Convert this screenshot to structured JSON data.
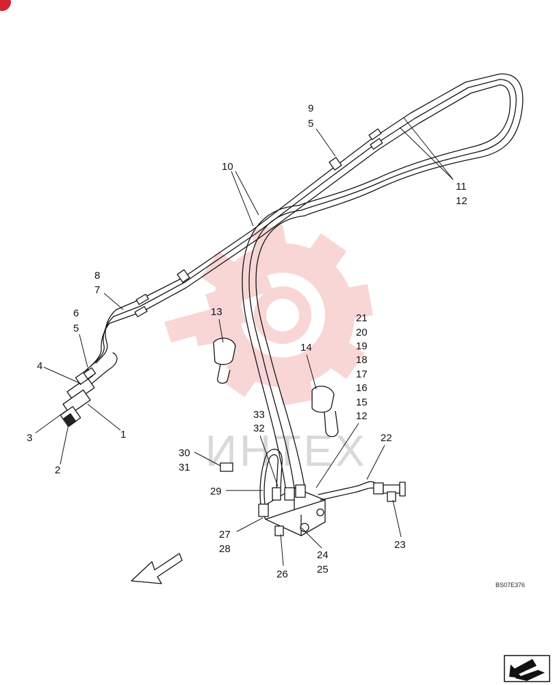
{
  "diagram_code": "BS07E376",
  "watermark": "ИНТЕХ",
  "callouts": [
    {
      "id": "c1",
      "text": "1"
    },
    {
      "id": "c2",
      "text": "2"
    },
    {
      "id": "c3",
      "text": "3"
    },
    {
      "id": "c4",
      "text": "4"
    },
    {
      "id": "c5a",
      "text": "6"
    },
    {
      "id": "c5b",
      "text": "5"
    },
    {
      "id": "c8",
      "text": "8"
    },
    {
      "id": "c7",
      "text": "7"
    },
    {
      "id": "c10",
      "text": "10"
    },
    {
      "id": "c9",
      "text": "9"
    },
    {
      "id": "c5c",
      "text": "5"
    },
    {
      "id": "c11",
      "text": "11"
    },
    {
      "id": "c12a",
      "text": "12"
    },
    {
      "id": "c13",
      "text": "13"
    },
    {
      "id": "c14",
      "text": "14"
    },
    {
      "id": "c21",
      "text": "21"
    },
    {
      "id": "c20",
      "text": "20"
    },
    {
      "id": "c19",
      "text": "19"
    },
    {
      "id": "c18",
      "text": "18"
    },
    {
      "id": "c17",
      "text": "17"
    },
    {
      "id": "c16",
      "text": "16"
    },
    {
      "id": "c15",
      "text": "15"
    },
    {
      "id": "c12b",
      "text": "12"
    },
    {
      "id": "c33",
      "text": "33"
    },
    {
      "id": "c32",
      "text": "32"
    },
    {
      "id": "c30",
      "text": "30"
    },
    {
      "id": "c31",
      "text": "31"
    },
    {
      "id": "c29",
      "text": "29"
    },
    {
      "id": "c22",
      "text": "22"
    },
    {
      "id": "c27",
      "text": "27"
    },
    {
      "id": "c28",
      "text": "28"
    },
    {
      "id": "c24",
      "text": "24"
    },
    {
      "id": "c25",
      "text": "25"
    },
    {
      "id": "c26",
      "text": "26"
    },
    {
      "id": "c23",
      "text": "23"
    }
  ],
  "colors": {
    "ink": "#111111",
    "watermark_red": "#f3b6b6",
    "watermark_gray": "#d9d9d9",
    "badge_red": "#d6232f"
  },
  "icons": [
    "corner-badge-icon",
    "direction-arrow-icon",
    "next-page-arrow-icon"
  ]
}
